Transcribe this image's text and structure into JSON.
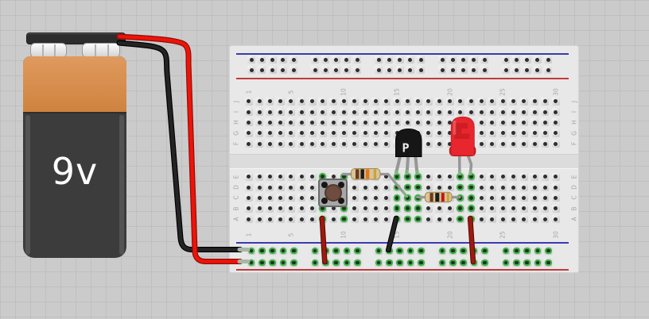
{
  "canvas": {
    "background": "#cbcbcb",
    "grid_line": "#bfbfbf"
  },
  "battery": {
    "label": "9v",
    "body_color": "#3c3c3c",
    "band_color": "#d8904f",
    "cap_color": "#2d2d2d",
    "terminal_color": "#e6e6e6"
  },
  "wires": {
    "battery_red": "#ee1309",
    "battery_red_outline": "#8f0d05",
    "battery_black": "#242424",
    "battery_black_outline": "#000000",
    "stripped_tip": "#a9b6a5",
    "jumper_red": "#9e1a10",
    "jumper_red_outline": "#5c0b04",
    "jumper_black": "#232323",
    "jumper_black_outline": "#000000",
    "component_lead": "#979797",
    "lead_tip_green": "#83b383"
  },
  "breadboard": {
    "board_color": "#e8e8e8",
    "rail_blue": "#3a3ab0",
    "rail_red": "#c23a3a",
    "hole_dark": "#2e2e2e",
    "green_ring": "#3fae49",
    "row_letters_top": [
      "J",
      "I",
      "H",
      "G",
      "F"
    ],
    "row_letters_bottom": [
      "E",
      "D",
      "C",
      "B",
      "A"
    ],
    "numbered_columns": [
      "1",
      "5",
      "10",
      "15",
      "20",
      "25",
      "30"
    ],
    "column_count": 30,
    "connected_columns": [
      8,
      10,
      15,
      16,
      17,
      21,
      22
    ],
    "bottom_rails_connected": true
  },
  "components": {
    "pushbutton": {
      "body": "#a7a7a7",
      "cap": "#6f4c40",
      "pin": "#161616"
    },
    "resistor1": {
      "body": "#d8c497",
      "edge": "#a5854f",
      "band_colors": [
        "#6b3a21",
        "#1c1c1c",
        "#e2761b",
        "#c9a33c"
      ]
    },
    "resistor2": {
      "body": "#d8c497",
      "edge": "#a5854f",
      "band_colors": [
        "#6b3a21",
        "#1c1c1c",
        "#c01818",
        "#c9a33c"
      ]
    },
    "transistor": {
      "label": "P",
      "body": "#161616",
      "label_color": "#ececec"
    },
    "led": {
      "body": "#e8262d",
      "flange": "#e02027",
      "reflection": "#b8161d",
      "outline": "#c01c22"
    }
  }
}
